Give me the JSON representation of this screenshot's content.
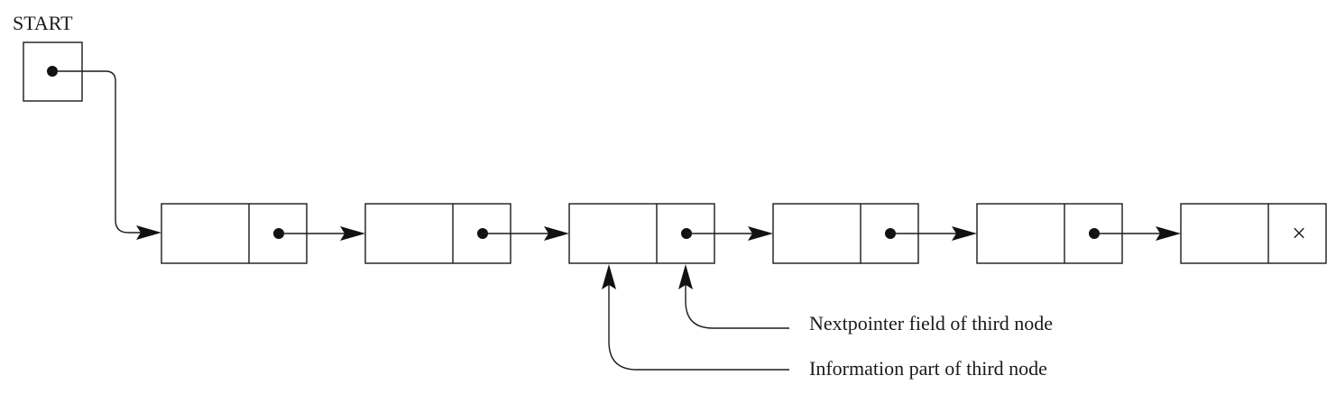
{
  "start": {
    "label": "START"
  },
  "nodes": [
    {
      "index": 1,
      "null_pointer": false
    },
    {
      "index": 2,
      "null_pointer": false
    },
    {
      "index": 3,
      "null_pointer": false
    },
    {
      "index": 4,
      "null_pointer": false
    },
    {
      "index": 5,
      "null_pointer": false
    },
    {
      "index": 6,
      "null_pointer": true,
      "null_symbol": "×"
    }
  ],
  "annotations": {
    "nextpointer": "Nextpointer field of third node",
    "information": "Information part of third node"
  }
}
